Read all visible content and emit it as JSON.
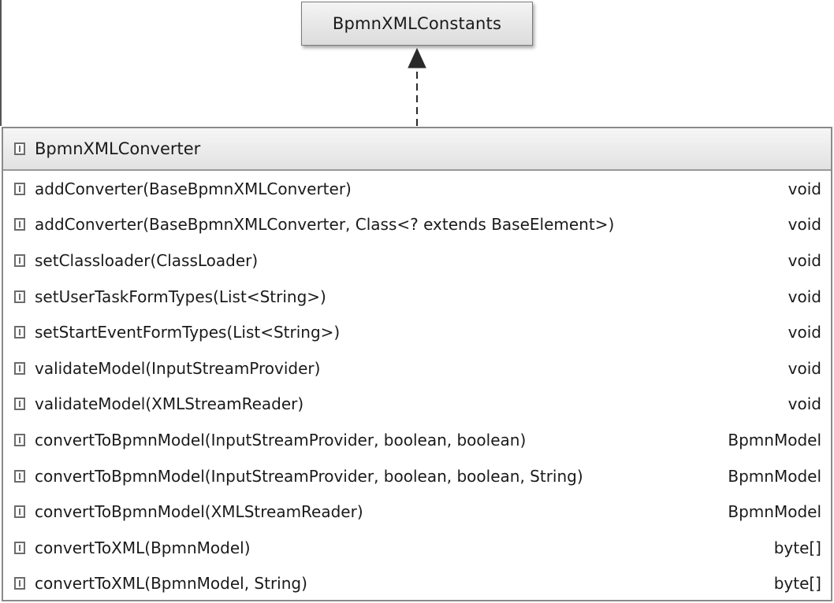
{
  "interface": {
    "name": "BpmnXMLConstants"
  },
  "class": {
    "name": "BpmnXMLConverter",
    "icon": "class-icon",
    "methods": [
      {
        "signature": "addConverter(BaseBpmnXMLConverter)",
        "return_type": "void"
      },
      {
        "signature": "addConverter(BaseBpmnXMLConverter, Class<? extends BaseElement>)",
        "return_type": "void"
      },
      {
        "signature": "setClassloader(ClassLoader)",
        "return_type": "void"
      },
      {
        "signature": "setUserTaskFormTypes(List<String>)",
        "return_type": "void"
      },
      {
        "signature": "setStartEventFormTypes(List<String>)",
        "return_type": "void"
      },
      {
        "signature": "validateModel(InputStreamProvider)",
        "return_type": "void"
      },
      {
        "signature": "validateModel(XMLStreamReader)",
        "return_type": "void"
      },
      {
        "signature": "convertToBpmnModel(InputStreamProvider, boolean, boolean)",
        "return_type": "BpmnModel"
      },
      {
        "signature": "convertToBpmnModel(InputStreamProvider, boolean, boolean, String)",
        "return_type": "BpmnModel"
      },
      {
        "signature": "convertToBpmnModel(XMLStreamReader)",
        "return_type": "BpmnModel"
      },
      {
        "signature": "convertToXML(BpmnModel)",
        "return_type": "byte[]"
      },
      {
        "signature": "convertToXML(BpmnModel, String)",
        "return_type": "byte[]"
      }
    ]
  },
  "relation": {
    "type": "realization",
    "style": "dashed-arrow",
    "icon": "hollow-triangle-arrow-icon"
  },
  "colors": {
    "border": "#8a8a8a",
    "header_bg": "#e2e2e2",
    "text": "#1a1a1a",
    "arrow": "#2a2a2a"
  }
}
